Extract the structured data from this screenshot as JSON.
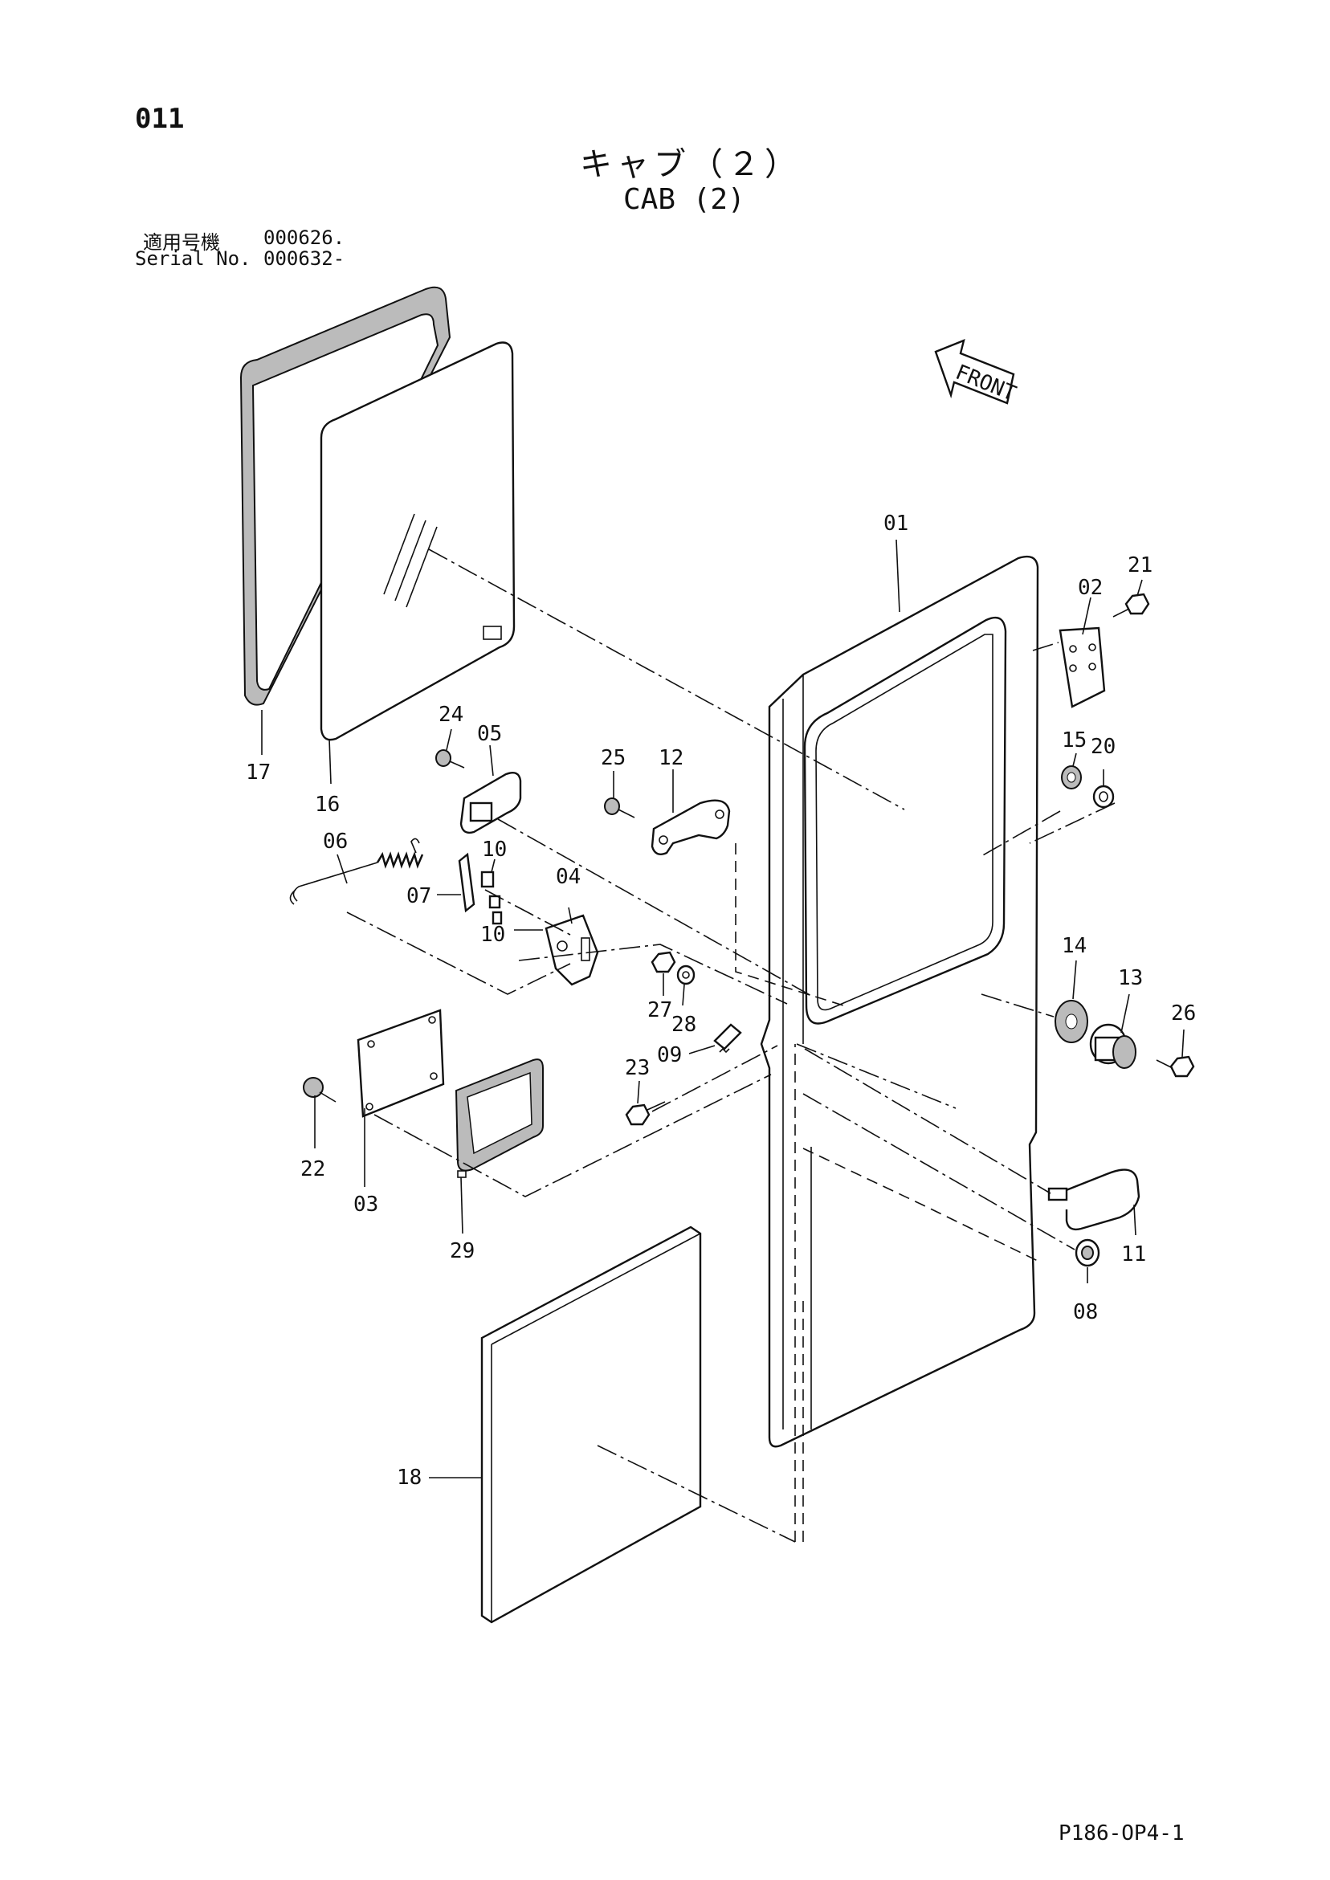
{
  "header": {
    "page_number": "011",
    "title_jp": "キャブ（２）",
    "title_en": "CAB (2)",
    "serial_label_jp": "適用号機",
    "serial_value_jp": "000626.",
    "serial_label_en": "Serial No.",
    "serial_value_en": "000632-"
  },
  "diagram": {
    "front_label": "FRONT",
    "callouts": [
      "01",
      "02",
      "03",
      "04",
      "05",
      "06",
      "07",
      "08",
      "09",
      "10",
      "10",
      "11",
      "12",
      "13",
      "14",
      "15",
      "16",
      "17",
      "18",
      "20",
      "21",
      "22",
      "23",
      "24",
      "25",
      "26",
      "27",
      "28",
      "29"
    ]
  },
  "footer": {
    "ref_code": "P186-OP4-1"
  }
}
